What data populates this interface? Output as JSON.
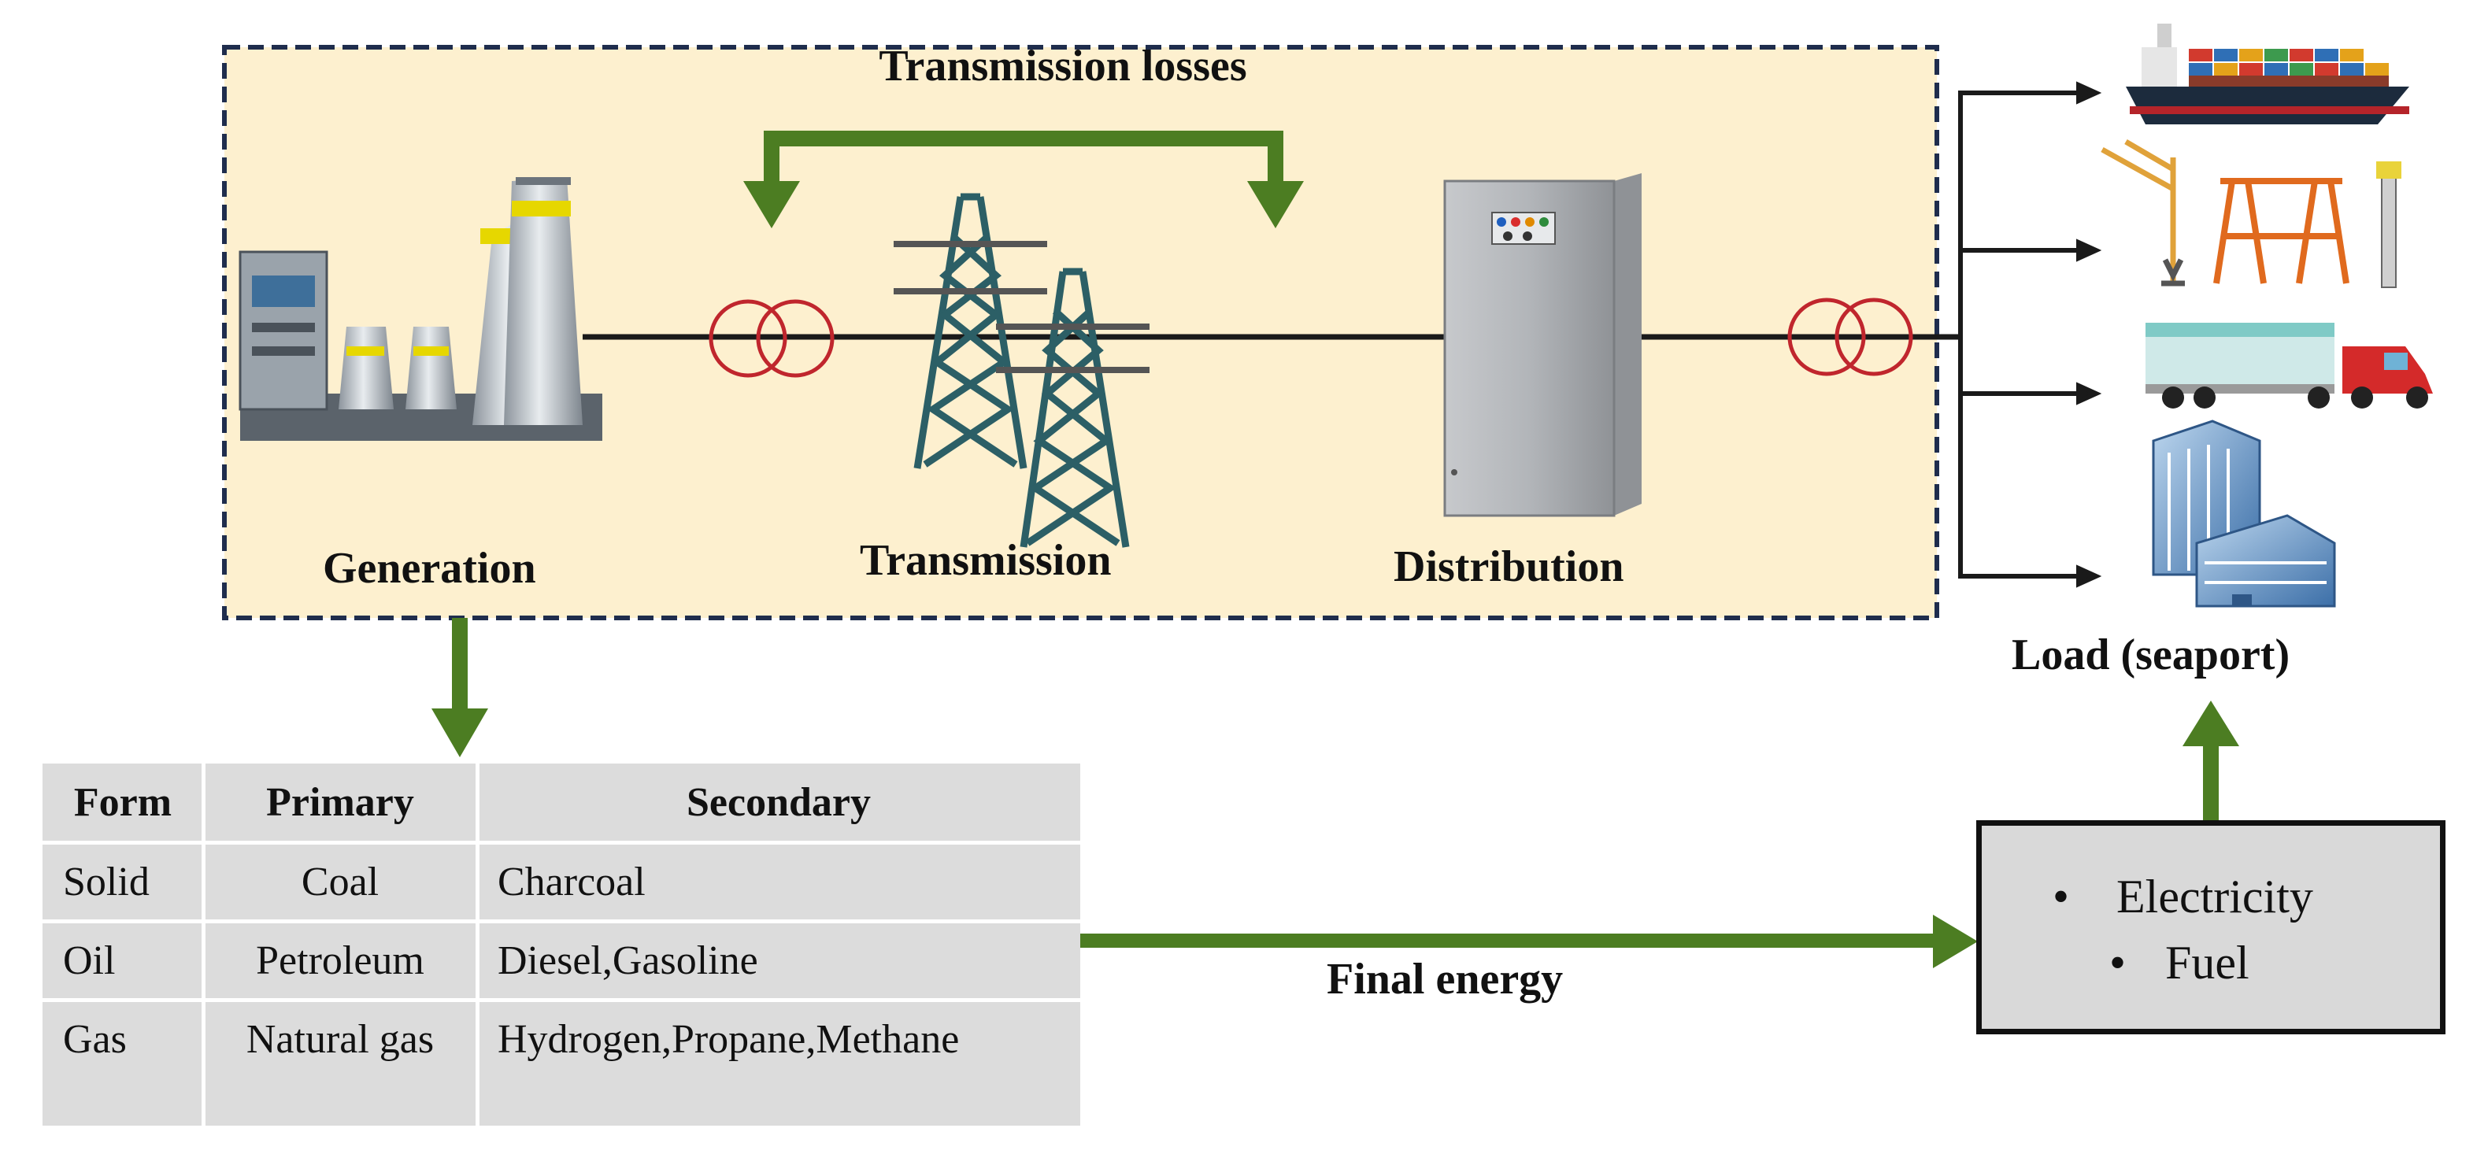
{
  "diagram": {
    "top_label": "Transmission losses",
    "stages": {
      "generation": "Generation",
      "transmission": "Transmission",
      "distribution": "Distribution"
    },
    "load_label": "Load (seaport)",
    "flow_label": "Final energy",
    "loads": [
      "container-ship",
      "port-cranes",
      "truck",
      "office-building"
    ],
    "energy_table": {
      "headers": [
        "Form",
        "Primary",
        "Secondary"
      ],
      "rows": [
        [
          "Solid",
          "Coal",
          "Charcoal"
        ],
        [
          "Oil",
          "Petroleum",
          "Diesel,Gasoline"
        ],
        [
          "Gas",
          "Natural gas",
          "Hydrogen,Propane,Methane"
        ]
      ]
    },
    "final_carriers": [
      "Electricity",
      "Fuel"
    ],
    "colors": {
      "panel_fill": "#fdf0cf",
      "panel_border": "#1f2d4d",
      "arrow_green": "#4c7d22",
      "transformer_red": "#c0262d",
      "tower_teal": "#2c5f66"
    }
  }
}
